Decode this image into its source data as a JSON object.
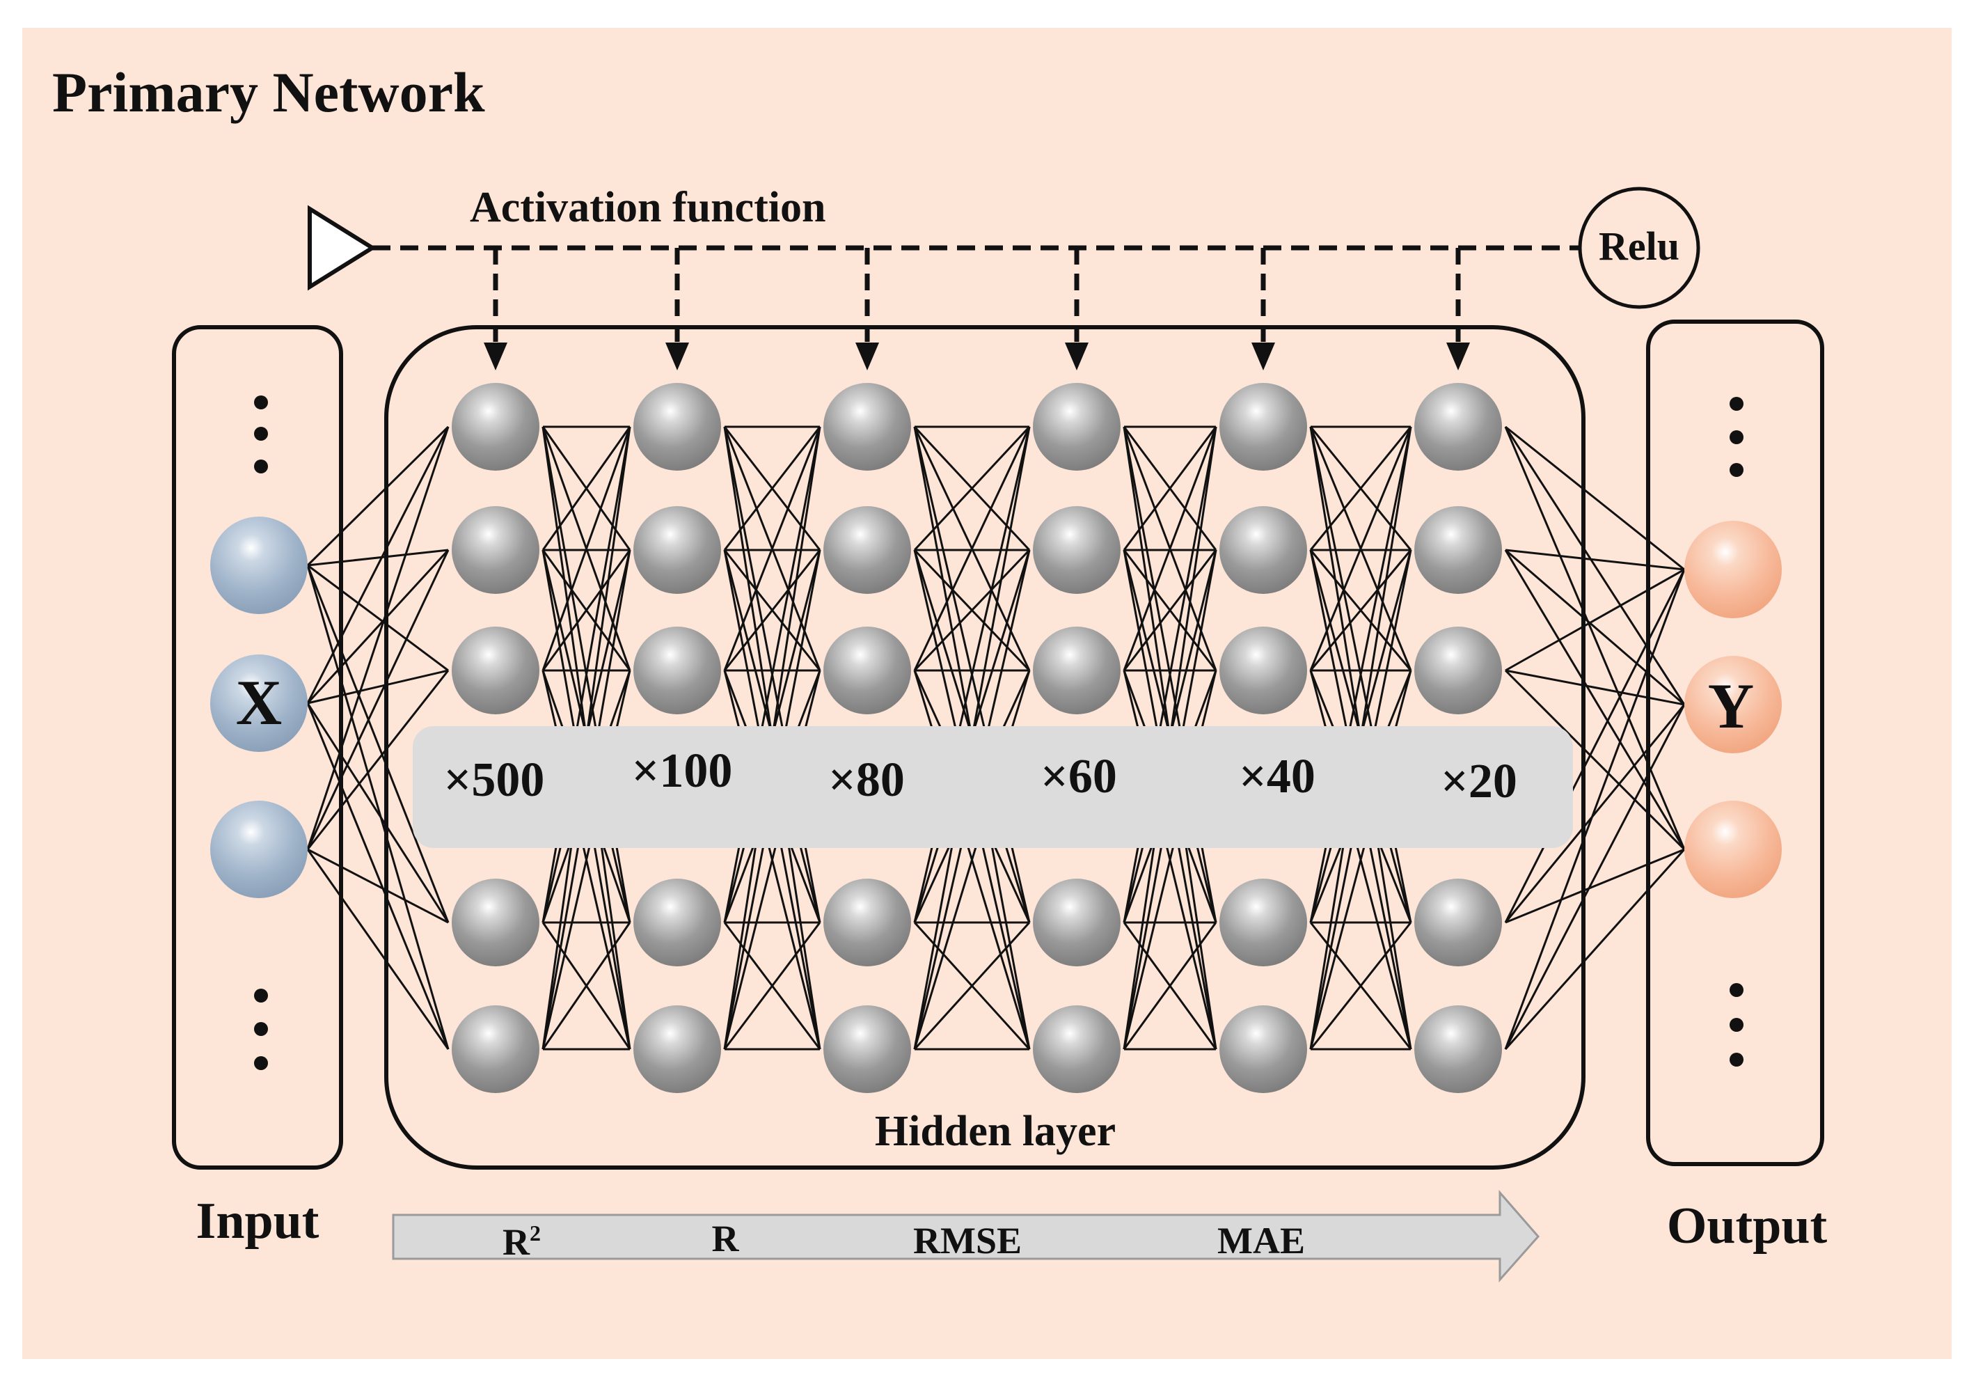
{
  "title": "Primary Network",
  "activation": {
    "label": "Activation function",
    "function": "Relu"
  },
  "input": {
    "label": "Input",
    "variable": "X"
  },
  "output": {
    "label": "Output",
    "variable": "Y"
  },
  "hidden": {
    "label": "Hidden layer",
    "layers": [
      {
        "neurons": "×500"
      },
      {
        "neurons": "×100"
      },
      {
        "neurons": "×80"
      },
      {
        "neurons": "×60"
      },
      {
        "neurons": "×40"
      },
      {
        "neurons": "×20"
      }
    ]
  },
  "metrics": {
    "items": [
      "R",
      "R",
      "RMSE",
      "MAE"
    ],
    "first_superscript": "2"
  },
  "colors": {
    "background": "#fde5d8",
    "input_neuron": "#9fb3c9",
    "hidden_neuron": "#8f8f8f",
    "output_neuron": "#f7b99a",
    "band": "#dcdcdc",
    "arrow": "#d9d9d9"
  }
}
